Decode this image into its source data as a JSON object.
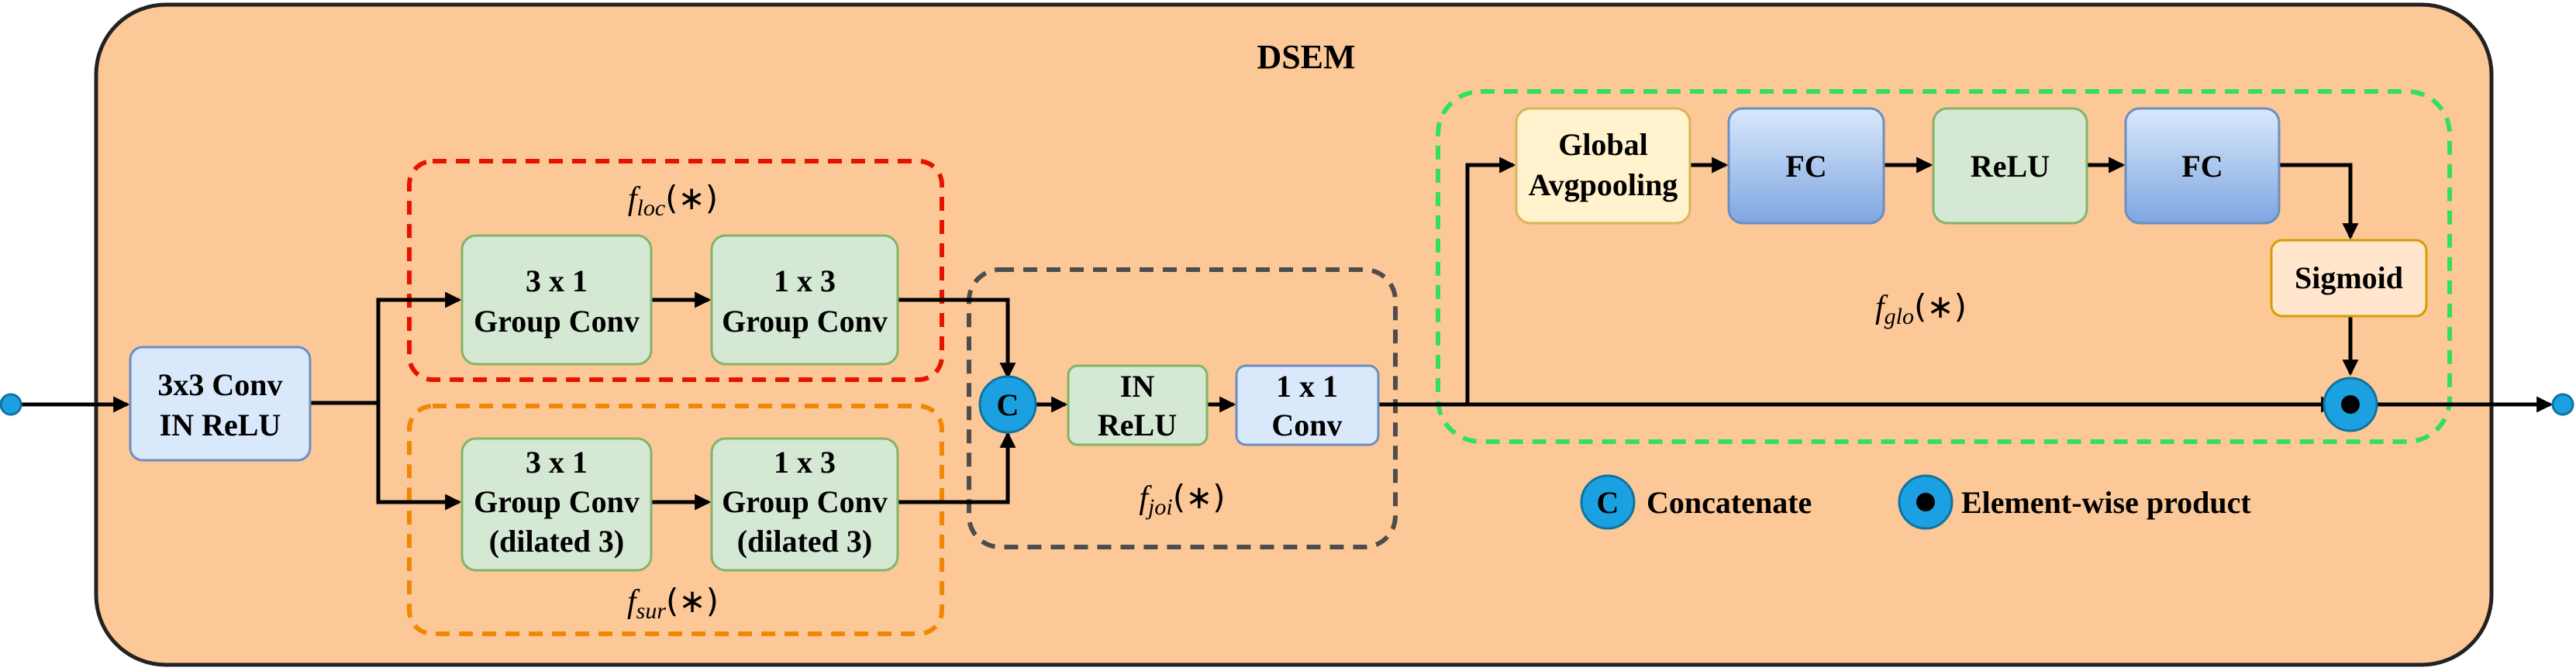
{
  "title": "DSEM",
  "colors": {
    "panel": "#fdc897",
    "green_box": "#d5e8d4",
    "green_border": "#82b366",
    "blue_light": "#dae8fc",
    "blue_border": "#6c8ebf",
    "blue_fc_top": "#dae8fc",
    "blue_fc_bottom": "#7ea6e0",
    "yellow_box": "#fff2cc",
    "yellow_border": "#d6b656",
    "orange_box": "#ffe6cc",
    "orange_border": "#d79b00",
    "red_dash": "#e51400",
    "orange_dash": "#f08705",
    "gray_dash": "#4d4d4d",
    "green_dash": "#33e05a",
    "node": "#1ba1e2"
  },
  "nodes": {
    "input_conv": [
      "3x3 Conv",
      "IN ReLU"
    ],
    "loc_conv1": [
      "3 x 1",
      "Group Conv"
    ],
    "loc_conv2": [
      "1 x 3",
      "Group Conv"
    ],
    "sur_conv1": [
      "3 x 1",
      "Group Conv",
      "(dilated 3)"
    ],
    "sur_conv2": [
      "1 x 3",
      "Group Conv",
      "(dilated 3)"
    ],
    "in_relu": [
      "IN",
      "ReLU"
    ],
    "conv_1x1": [
      "1 x 1",
      "Conv"
    ],
    "global_pool": [
      "Global",
      "Avgpooling"
    ],
    "fc1": "FC",
    "relu": "ReLU",
    "fc2": "FC",
    "sigmoid": "Sigmoid",
    "concat_symbol": "C"
  },
  "groups": {
    "loc": {
      "fn": "f",
      "sub": "loc",
      "arg": "(∗)"
    },
    "sur": {
      "fn": "f",
      "sub": "sur",
      "arg": "(∗)"
    },
    "joi": {
      "fn": "f",
      "sub": "joi",
      "arg": "(∗)"
    },
    "glo": {
      "fn": "f",
      "sub": "glo",
      "arg": "(∗)"
    }
  },
  "legend": {
    "concat_symbol": "C",
    "concat_label": "Concatenate",
    "product_label": "Element-wise product"
  }
}
